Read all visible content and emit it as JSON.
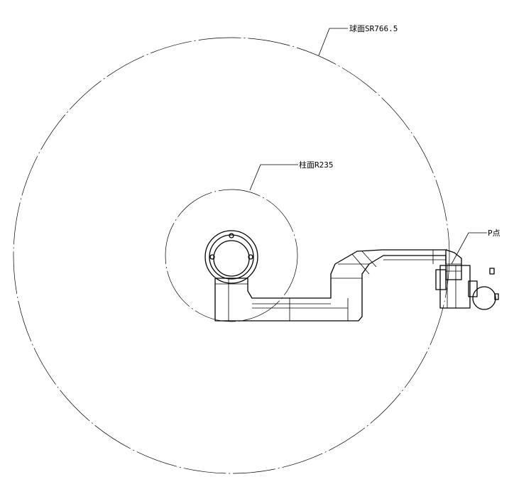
{
  "annotations": {
    "sphere": "球面SR766.5",
    "cylinder": "柱面R235",
    "point": "P点"
  }
}
